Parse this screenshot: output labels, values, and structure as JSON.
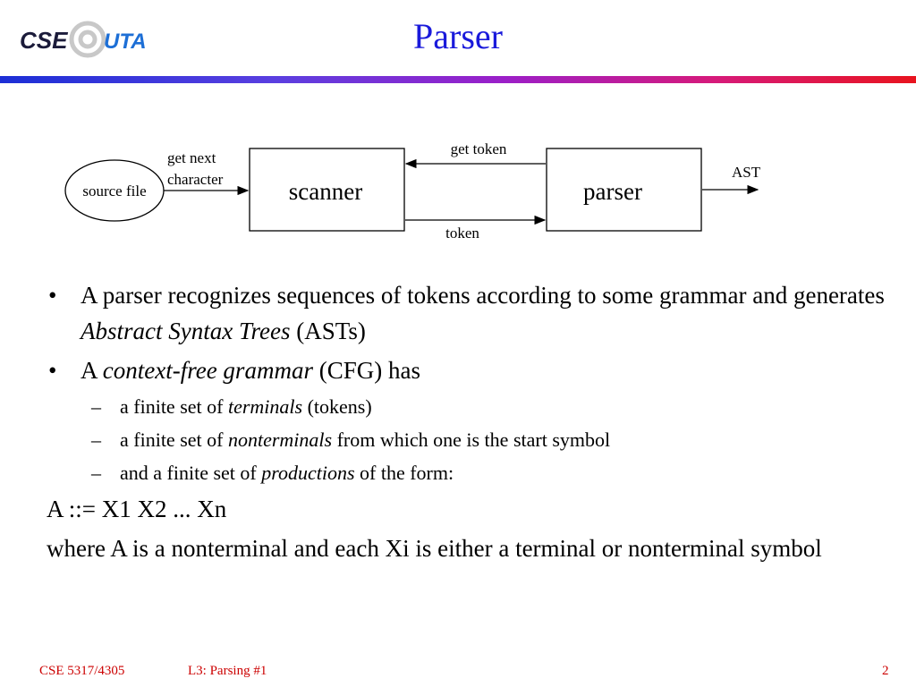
{
  "logo": {
    "text_left": "CSE",
    "text_right": "UTA"
  },
  "slide": {
    "title": "Parser"
  },
  "diagram": {
    "source_label": "source file",
    "get_next_line1": "get next",
    "get_next_line2": "character",
    "scanner_label": "scanner",
    "parser_label": "parser",
    "get_token_label": "get token",
    "token_label": "token",
    "ast_label": "AST"
  },
  "content": {
    "bullet_symbol": "•",
    "dash_symbol": "–",
    "b1": {
      "pre": "A parser recognizes sequences of tokens according to some grammar and generates ",
      "em": "Abstract Syntax Trees",
      "post": " (ASTs)"
    },
    "b2": {
      "pre": "A ",
      "em": "context-free grammar",
      "post": " (CFG) has"
    },
    "s1": {
      "pre": "a finite set of ",
      "em": "terminals",
      "post": " (tokens)"
    },
    "s2": {
      "pre": "a finite set of ",
      "em": "nonterminals",
      "post": " from which one is the start symbol"
    },
    "s3": {
      "pre": "and a finite set of ",
      "em": "productions",
      "post": " of the form:"
    },
    "production": "A ::= X1 X2 ... Xn",
    "where": "where A is a nonterminal and each Xi is either a terminal or nonterminal symbol"
  },
  "footer": {
    "course": "CSE 5317/4305",
    "lecture": "L3: Parsing #1",
    "page": "2"
  },
  "colors": {
    "title": "#1a1adb",
    "footer": "#cc0000",
    "logo_dark": "#1b1b3a",
    "logo_blue": "#1d6fd6"
  }
}
